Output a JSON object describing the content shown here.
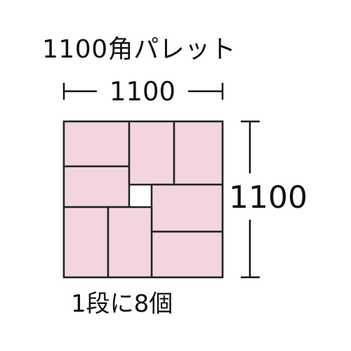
{
  "title": "1100角パレット",
  "width_label": "1100",
  "height_label": "1100",
  "caption": "1段に8個",
  "colors": {
    "box_fill": "#f2d5df",
    "box_stroke": "#222222",
    "pallet_fill": "#f2d5df",
    "line": "#111111",
    "text": "#111111"
  },
  "layout": {
    "pallet_size_mm": 1100,
    "boxes_per_layer": 8
  }
}
